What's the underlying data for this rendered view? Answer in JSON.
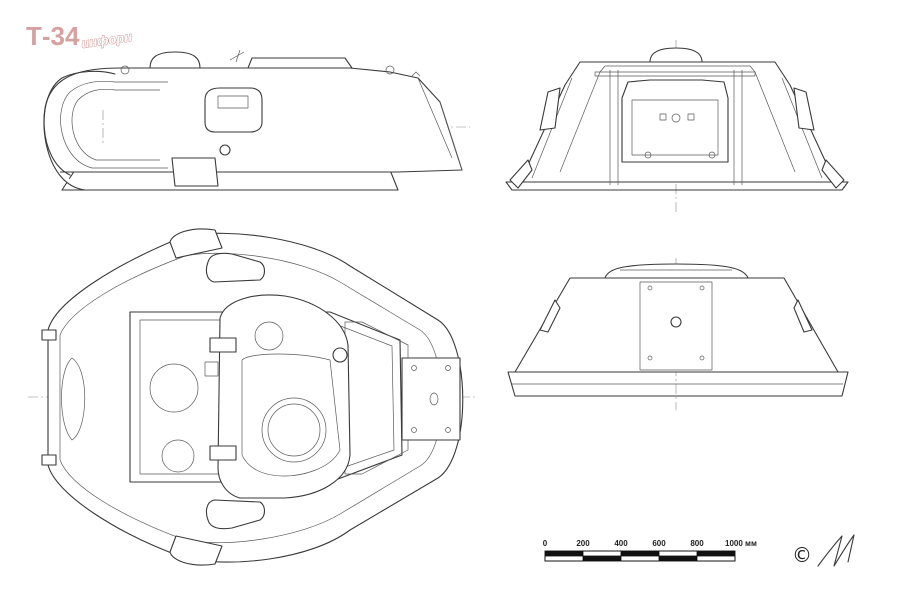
{
  "logo": {
    "main": "Т-34",
    "sub": "инфорн"
  },
  "scale_bar": {
    "ticks": [
      "0",
      "200",
      "400",
      "600",
      "800"
    ],
    "last_tick": "1000 мм"
  },
  "copyright": {
    "symbol": "©"
  },
  "colors": {
    "logo": "#d6a1a1",
    "line": "#3a3a3a"
  }
}
